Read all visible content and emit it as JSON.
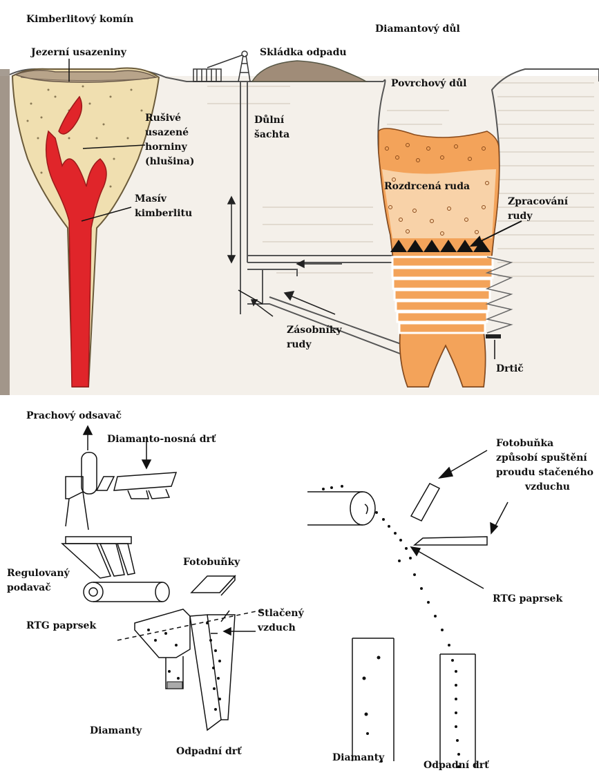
{
  "top_panel": {
    "kimberlite_pipe": "Kimberlitový komín",
    "diamond_mine": "Diamantový důl",
    "lake_sediments": "Jezerní usazeniny",
    "waste_dump": "Skládka odpadu",
    "open_pit": "Povrchový důl",
    "disruptive_rocks": [
      "Rušivé",
      "usazené",
      "horniny",
      "(hlušina)"
    ],
    "mine_shaft": [
      "Důlní",
      "šachta"
    ],
    "kimberlite_massif": [
      "Masív",
      "kimberlitu"
    ],
    "crushed_ore": "Rozdrcená ruda",
    "ore_processing": [
      "Zpracování",
      "rudy"
    ],
    "ore_bins": [
      "Zásobníky",
      "rudy"
    ],
    "crusher": "Drtič"
  },
  "bottom_panel": {
    "dust_extractor": "Prachový odsavač",
    "diamond_bearing_grit": "Diamanto-nosná drť",
    "controlled_feeder": [
      "Regulovaný",
      "podavač"
    ],
    "photocells": "Fotobuňky",
    "xray_beam_left": "RTG paprsek",
    "compressed_air": [
      "Stlačený",
      "vzduch"
    ],
    "diamonds_left": "Diamanty",
    "waste_grit_left": "Odpadní drť",
    "photocell_trigger": [
      "Fotobuňka",
      "způsobí spuštění",
      "proudu stačeného",
      "vzduchu"
    ],
    "xray_beam_right": "RTG paprsek",
    "diamonds_right": "Diamanty",
    "waste_grit_right": "Odpadní drť"
  }
}
